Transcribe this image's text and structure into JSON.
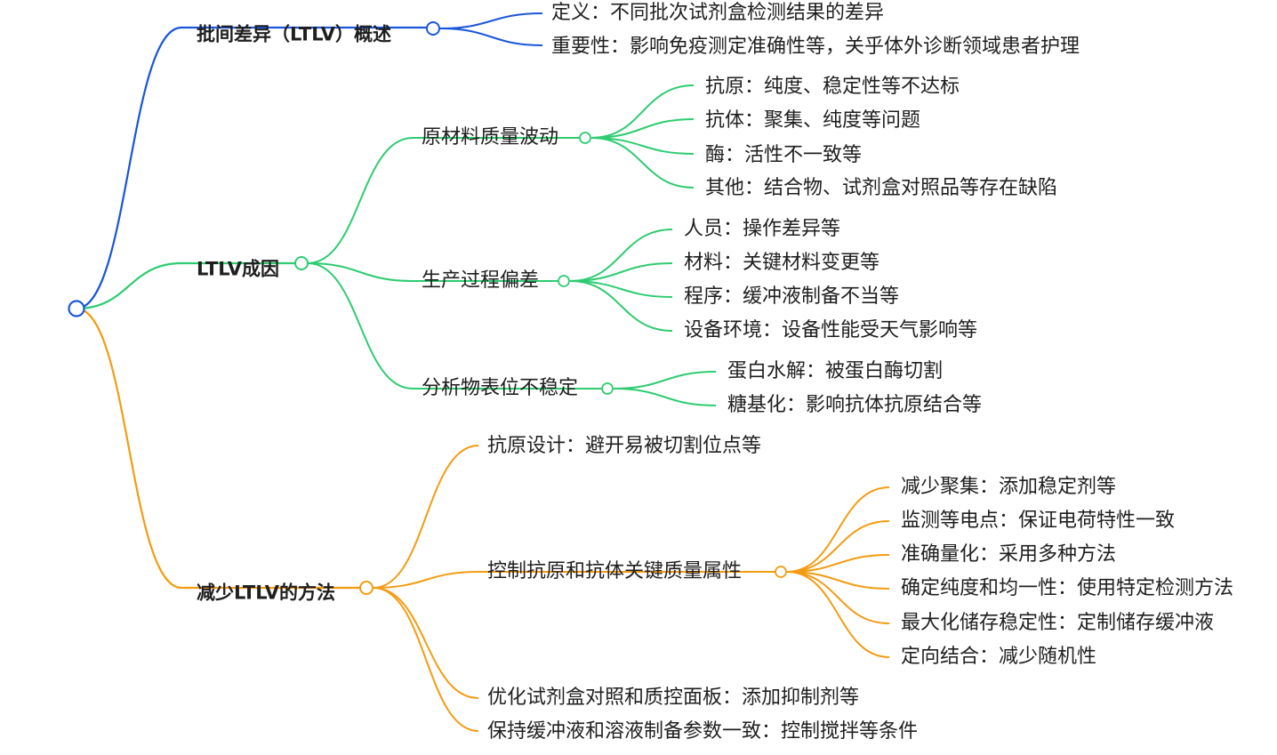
{
  "colors": {
    "overview": "#1a56db",
    "causes": "#2ecc71",
    "methods": "#f39c12",
    "text": "#1f1f1f"
  },
  "mindmap": {
    "branches": [
      {
        "id": "overview",
        "label": "批间差异（LTLV）概述",
        "color": "overview",
        "children": [
          {
            "label": "定义：不同批次试剂盒检测结果的差异"
          },
          {
            "label": "重要性：影响免疫测定准确性等，关乎体外诊断领域患者护理"
          }
        ]
      },
      {
        "id": "causes",
        "label": "LTLV成因",
        "color": "causes",
        "children": [
          {
            "label": "原材料质量波动",
            "children": [
              {
                "label": "抗原：纯度、稳定性等不达标"
              },
              {
                "label": "抗体：聚集、纯度等问题"
              },
              {
                "label": "酶：活性不一致等"
              },
              {
                "label": "其他：结合物、试剂盒对照品等存在缺陷"
              }
            ]
          },
          {
            "label": "生产过程偏差",
            "children": [
              {
                "label": "人员：操作差异等"
              },
              {
                "label": "材料：关键材料变更等"
              },
              {
                "label": "程序：缓冲液制备不当等"
              },
              {
                "label": "设备环境：设备性能受天气影响等"
              }
            ]
          },
          {
            "label": "分析物表位不稳定",
            "children": [
              {
                "label": "蛋白水解：被蛋白酶切割"
              },
              {
                "label": "糖基化：影响抗体抗原结合等"
              }
            ]
          }
        ]
      },
      {
        "id": "methods",
        "label": "减少LTLV的方法",
        "color": "methods",
        "children": [
          {
            "label": "抗原设计：避开易被切割位点等"
          },
          {
            "label": "控制抗原和抗体关键质量属性",
            "children": [
              {
                "label": "减少聚集：添加稳定剂等"
              },
              {
                "label": "监测等电点：保证电荷特性一致"
              },
              {
                "label": "准确量化：采用多种方法"
              },
              {
                "label": "确定纯度和均一性：使用特定检测方法"
              },
              {
                "label": "最大化储存稳定性：定制储存缓冲液"
              },
              {
                "label": "定向结合：减少随机性"
              }
            ]
          },
          {
            "label": "优化试剂盒对照和质控面板：添加抑制剂等"
          },
          {
            "label": "保持缓冲液和溶液制备参数一致：控制搅拌等条件"
          }
        ]
      }
    ]
  }
}
